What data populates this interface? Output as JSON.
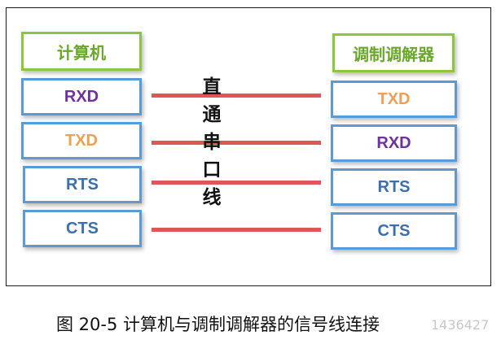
{
  "diagram": {
    "left_header": "计算机",
    "right_header": "调制调解器",
    "left_signals": [
      {
        "label": "RXD",
        "color": "#7030a0"
      },
      {
        "label": "TXD",
        "color": "#f0a050"
      },
      {
        "label": "RTS",
        "color": "#3b6fb0"
      },
      {
        "label": "CTS",
        "color": "#3b6fb0"
      }
    ],
    "right_signals": [
      {
        "label": "TXD",
        "color": "#f0a050"
      },
      {
        "label": "RXD",
        "color": "#7030a0"
      },
      {
        "label": "RTS",
        "color": "#3b6fb0"
      },
      {
        "label": "CTS",
        "color": "#3b6fb0"
      }
    ],
    "cable_label_chars": [
      "直",
      "通",
      "串",
      "口",
      "线"
    ],
    "wire_color": "#e05555",
    "header_border_color": "#8cc63f",
    "signal_border_color": "#5b9bd5"
  },
  "caption": "图 20-5 计算机与调制调解器的信号线连接",
  "watermark": "1436427"
}
